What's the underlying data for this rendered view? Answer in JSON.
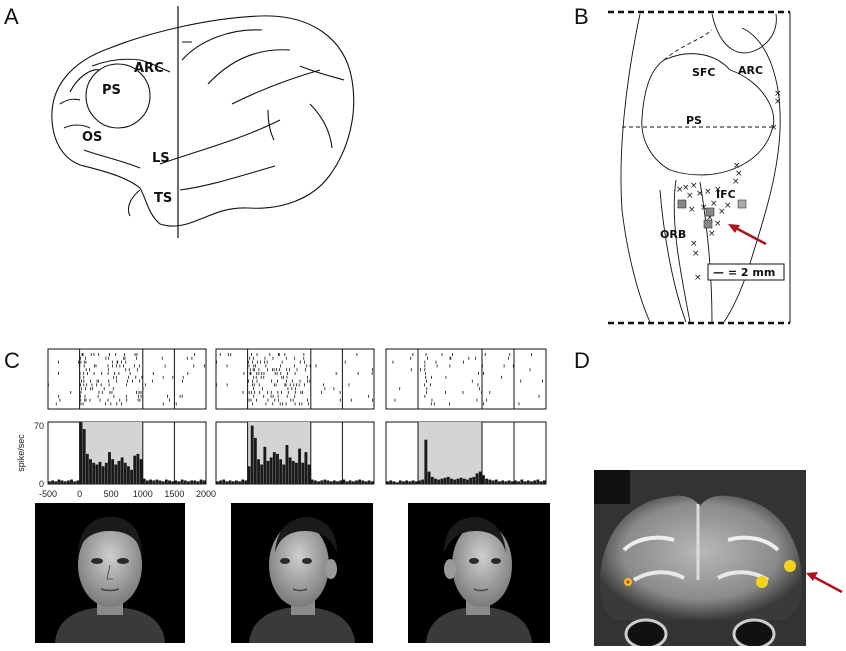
{
  "panels": {
    "a": "A",
    "b": "B",
    "c": "C",
    "d": "D"
  },
  "brain_labels": {
    "arc": "ARC",
    "ps": "PS",
    "os": "OS",
    "ls": "LS",
    "ts": "TS"
  },
  "map_labels": {
    "sfc": "SFC",
    "arc": "ARC",
    "ps": "PS",
    "ifc": "IFC",
    "orb": "ORB",
    "scale": "— = 2 mm"
  },
  "chart_data": {
    "type": "bar",
    "ylabel": "spike/sec",
    "ylim": [
      0,
      70
    ],
    "y_ticks": [
      "0",
      "70"
    ],
    "xlim": [
      -500,
      2000
    ],
    "x_ticks": [
      "-500",
      "0",
      "500",
      "1000",
      "1500",
      "2000"
    ],
    "stimulus_window": [
      0,
      1000
    ],
    "bin_ms": 50,
    "series": [
      {
        "values": [
          3,
          4,
          3,
          5,
          4,
          3,
          4,
          5,
          3,
          4,
          70,
          62,
          34,
          28,
          24,
          22,
          25,
          20,
          24,
          36,
          28,
          22,
          26,
          30,
          24,
          20,
          16,
          32,
          34,
          28,
          6,
          4,
          5,
          4,
          5,
          4,
          3,
          5,
          4,
          3,
          4,
          3,
          5,
          4,
          3,
          4,
          4,
          3,
          5,
          4
        ]
      },
      {
        "values": [
          3,
          4,
          5,
          3,
          4,
          3,
          4,
          3,
          5,
          4,
          20,
          66,
          52,
          28,
          22,
          42,
          26,
          30,
          36,
          34,
          28,
          22,
          44,
          30,
          26,
          24,
          40,
          24,
          36,
          22,
          5,
          4,
          3,
          4,
          5,
          4,
          3,
          4,
          3,
          4,
          5,
          3,
          4,
          3,
          4,
          5,
          4,
          3,
          4,
          3
        ]
      },
      {
        "values": [
          3,
          4,
          3,
          2,
          4,
          3,
          4,
          3,
          4,
          3,
          4,
          5,
          50,
          14,
          8,
          6,
          5,
          6,
          7,
          8,
          6,
          5,
          6,
          7,
          6,
          5,
          7,
          8,
          12,
          14,
          10,
          6,
          5,
          4,
          5,
          3,
          4,
          3,
          4,
          3,
          4,
          3,
          5,
          3,
          4,
          3,
          4,
          5,
          3,
          4
        ]
      }
    ]
  }
}
